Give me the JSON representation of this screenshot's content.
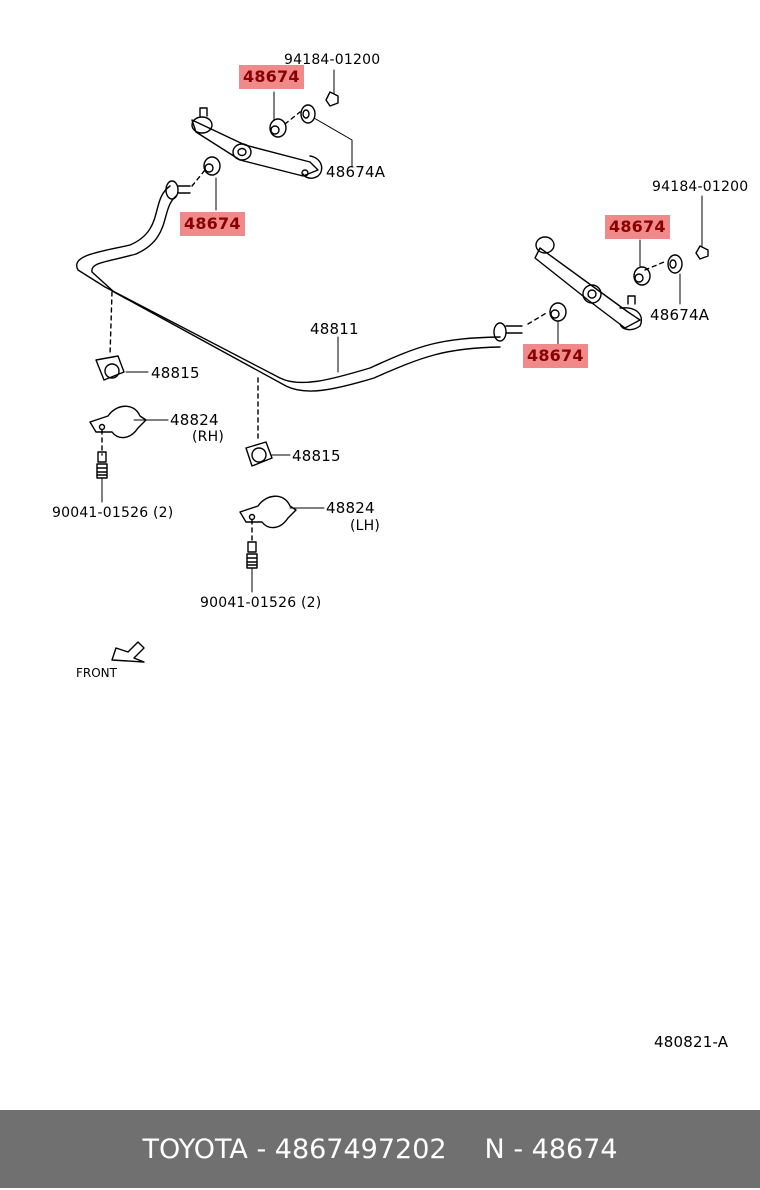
{
  "diagram_code": "480821-A",
  "front_label": "FRONT",
  "callouts": {
    "nut_left": "94184-01200",
    "cushion_top_left": "48674",
    "retainer_left": "48674A",
    "cushion_bottom_left": "48674",
    "nut_right": "94184-01200",
    "cushion_top_right": "48674",
    "retainer_right": "48674A",
    "cushion_bottom_right": "48674",
    "stabilizer_bar": "48811",
    "bushing_upper": "48815",
    "bushing_lower": "48815",
    "bracket_rh": "48824",
    "bracket_rh_side": "(RH)",
    "bracket_lh": "48824",
    "bracket_lh_side": "(LH)",
    "bolt_upper": "90041-01526 (2)",
    "bolt_lower": "90041-01526 (2)"
  },
  "highlight_color": "#f08a8a",
  "footer": {
    "brand_part": "TOYOTA - 4867497202",
    "ref": "N - 48674",
    "background": "#707070"
  }
}
